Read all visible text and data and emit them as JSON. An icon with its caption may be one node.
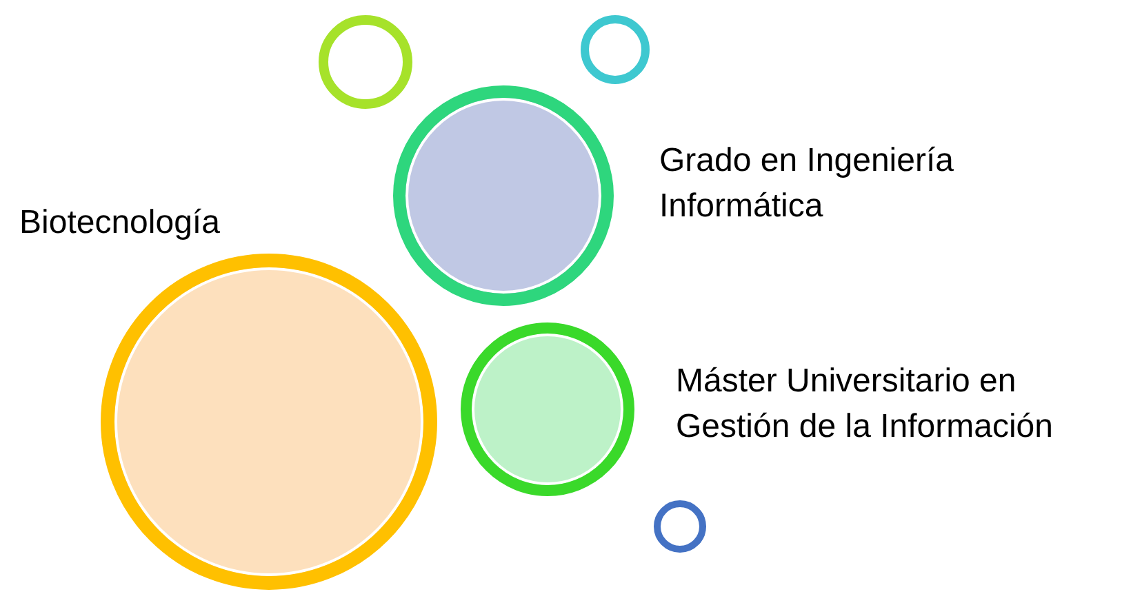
{
  "diagram": {
    "nodes": [
      {
        "text": [],
        "shape": "circle"
      },
      {
        "text": [],
        "shape": "circle"
      },
      {
        "text": [],
        "shape": "circle",
        "beside": [
          "Grado en Ingeniería Informática"
        ]
      },
      {
        "text": [],
        "shape": "circle",
        "beside": [
          "Biotecnología"
        ]
      },
      {
        "text": [],
        "shape": "circle",
        "beside": [
          "Máster Universitario en Gestión de la Información"
        ]
      },
      {
        "text": [],
        "shape": "circle"
      }
    ]
  }
}
